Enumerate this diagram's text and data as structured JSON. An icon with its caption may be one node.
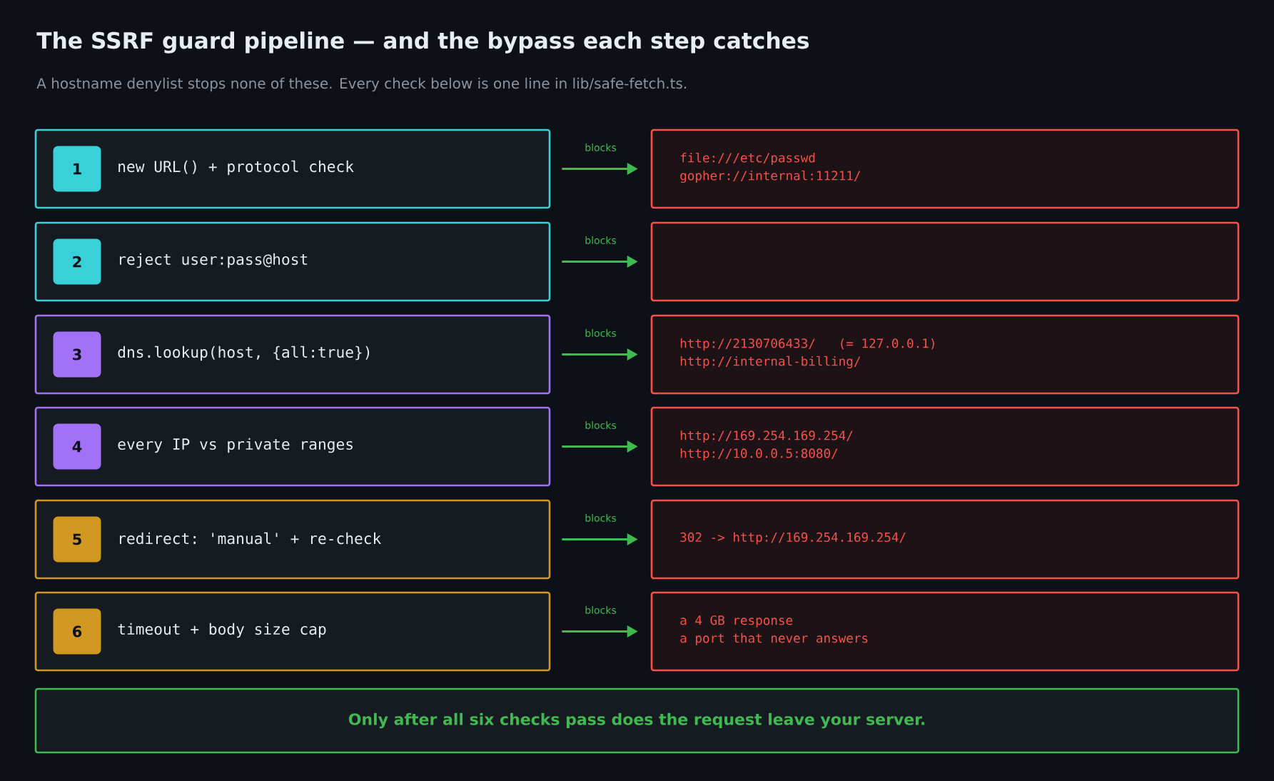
{
  "diagram": {
    "title": "The SSRF guard pipeline — and the bypass each step catches",
    "nodes": [
      {
        "text": [
          "new URL() + protocol check"
        ]
      },
      {
        "text": [
          "1"
        ],
        "in": 0
      },
      {
        "text": [
          "file:///etc/passwd",
          "gopher://internal:11211/"
        ]
      },
      {
        "text": [
          "reject user:pass@host"
        ]
      },
      {
        "text": [
          "2"
        ],
        "in": 3
      },
      {
        "text": [],
        "shape": "box"
      },
      {
        "text": [
          "dns.lookup(host, {all:true})"
        ]
      },
      {
        "text": [
          "3"
        ],
        "in": 6
      },
      {
        "text": [
          "http://2130706433/   (= 127.0.0.1)",
          "http://internal-billing/"
        ]
      },
      {
        "text": [
          "every IP vs private ranges"
        ]
      },
      {
        "text": [
          "4"
        ],
        "in": 9
      },
      {
        "text": [
          "http://169.254.169.254/",
          "http://10.0.0.5:8080/"
        ]
      },
      {
        "text": [
          "redirect: 'manual' + re-check"
        ]
      },
      {
        "text": [
          "5"
        ],
        "in": 12
      },
      {
        "text": [
          "302 -> http://169.254.169.254/"
        ]
      },
      {
        "text": [
          "timeout + body size cap"
        ]
      },
      {
        "text": [
          "6"
        ],
        "in": 15
      },
      {
        "text": [
          "a 4 GB response",
          "a port that never answers"
        ]
      },
      {
        "text": [
          "Only after all six checks pass does the request leave your server."
        ]
      }
    ],
    "edges": [
      {
        "from": 0,
        "to": 2,
        "arrow": "to",
        "label": "blocks"
      },
      {
        "from": 3,
        "to": 5,
        "arrow": "to",
        "label": "blocks"
      },
      {
        "from": 6,
        "to": 8,
        "arrow": "to",
        "label": "blocks"
      },
      {
        "from": 9,
        "to": 11,
        "arrow": "to",
        "label": "blocks"
      },
      {
        "from": 12,
        "to": 14,
        "arrow": "to",
        "label": "blocks"
      },
      {
        "from": 15,
        "to": 17,
        "arrow": "to",
        "label": "blocks"
      }
    ],
    "labels": [
      "A hostname denylist stops none of these. Every check below is one line in lib/safe-fetch.ts."
    ]
  }
}
